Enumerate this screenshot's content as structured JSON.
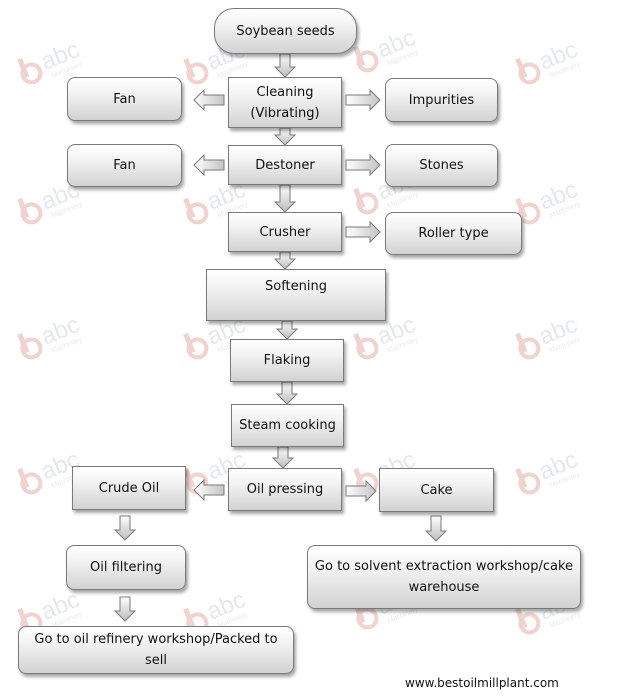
{
  "nodes": {
    "soybean_seeds": "Soybean seeds",
    "cleaning_line1": "Cleaning",
    "cleaning_line2": "(Vibrating)",
    "fan_1": "Fan",
    "impurities": "Impurities",
    "destoner": "Destoner",
    "fan_2": "Fan",
    "stones": "Stones",
    "crusher": "Crusher",
    "roller_type": "Roller type",
    "softening": "Softening",
    "flaking": "Flaking",
    "steam_cooking": "Steam cooking",
    "oil_pressing": "Oil pressing",
    "crude_oil": "Crude Oil",
    "cake": "Cake",
    "oil_filtering": "Oil filtering",
    "solvent_line1": "Go to solvent extraction workshop/cake",
    "solvent_line2": "warehouse",
    "refinery": "Go to oil refinery workshop/Packed to sell"
  },
  "watermark": {
    "brand": "abc",
    "sub": "Machinery",
    "accent_color": "#c0392b",
    "text_color": "#8a9ab5"
  },
  "footer": {
    "website": "www.bestoilmillplant.com"
  }
}
